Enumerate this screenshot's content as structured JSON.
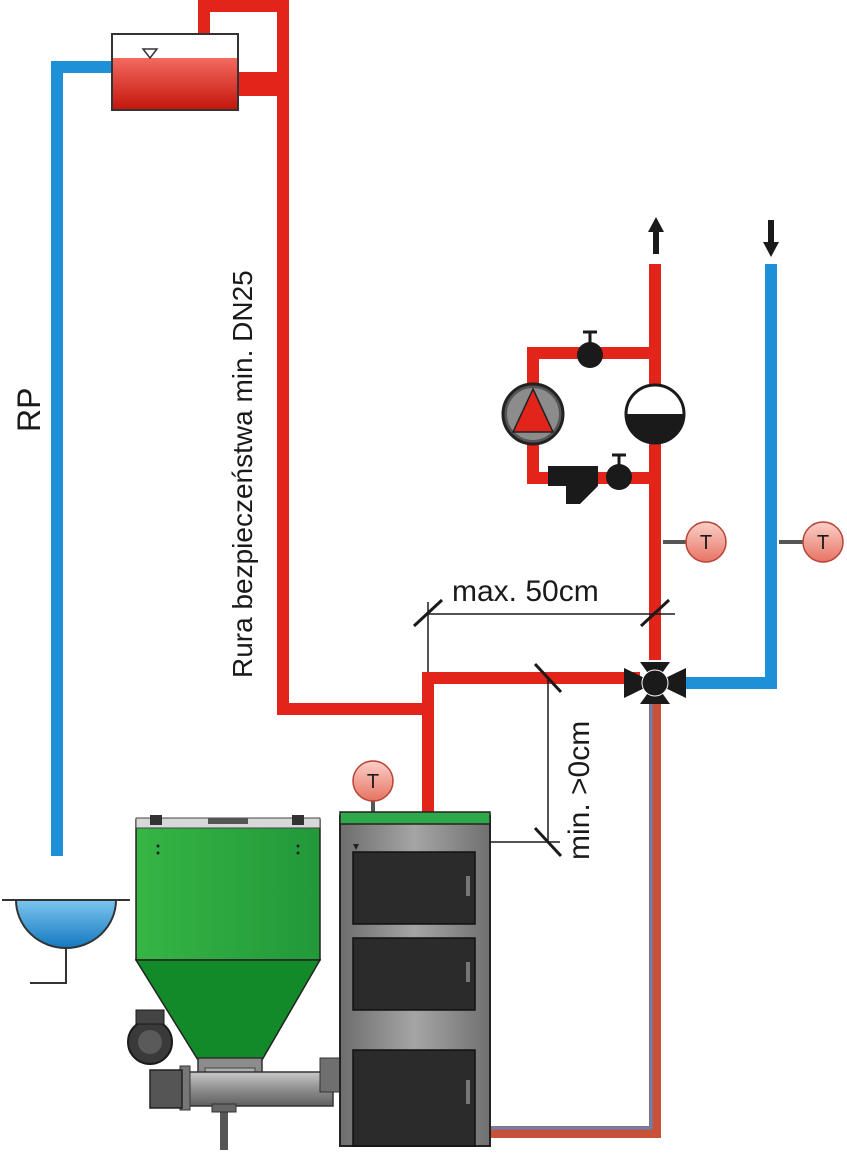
{
  "labels": {
    "rp": "RP",
    "safety_pipe": "Rura bezpieczeństwa min. DN25",
    "max_distance": "max. 50cm",
    "min_distance": "min. >0cm"
  },
  "sensors": {
    "letter": "T"
  },
  "colors": {
    "supply": "#e3241b",
    "return": "#1e90d8",
    "hopper_light": "#2fae3c",
    "hopper_dark": "#138a2a",
    "boiler_body": "#8a8a8a",
    "boiler_top": "#2ea84a",
    "door": "#2b2b2b",
    "sensor": "#f0958a"
  },
  "icons": {
    "pump": "circulation-pump-icon",
    "expansion_tank": "expansion-tank-icon",
    "mixing_valve": "four-way-valve-icon",
    "filter": "strainer-icon",
    "flow_up": "arrow-up-icon",
    "flow_down": "arrow-down-icon",
    "tank": "open-expansion-tank-icon",
    "drain": "overflow-funnel-icon"
  }
}
